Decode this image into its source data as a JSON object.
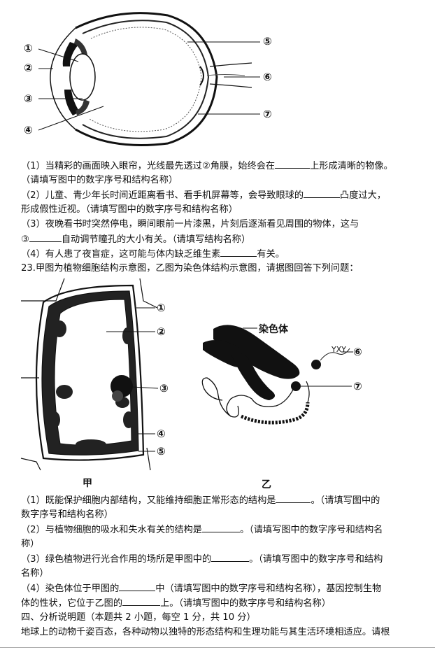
{
  "eye_figure": {
    "labels": [
      "①",
      "②",
      "③",
      "④",
      "⑤",
      "⑥",
      "⑦"
    ]
  },
  "q22": {
    "p1": {
      "before": "（1）当精彩的画面映入眼帘，光线最先透过②角膜，始终会在",
      "after": "上形成清晰的物像。",
      "line2": "（请填写图中的数字序号和结构名称）"
    },
    "p2": {
      "before": "（2）儿童、青少年长时间近距离看书、看手机屏幕等，会导致眼球的",
      "after": "凸度过大，",
      "line2": "形成假性近视。（请填写图中的数字序号和结构名称）"
    },
    "p3": {
      "line1": "（3）夜晚看书时突然停电，瞬间眼前一片漆黑，片刻后逐渐看见周围的物体，这与",
      "prefix": "③",
      "after": "自动调节瞳孔的大小有关。（请填写结构名称）"
    },
    "p4": {
      "before": "（4）有人患了夜盲症，这可能与体内缺乏维生素",
      "after": "有关。"
    }
  },
  "q23": {
    "stem": "23.甲图为植物细胞结构示意图，乙图为染色体结构示意图，请据图回答下列问题：",
    "cell_labels": [
      "①",
      "②",
      "③",
      "④",
      "⑤"
    ],
    "chromosome_label": "染色体",
    "chromosome_labels": [
      "⑥",
      "⑦"
    ],
    "caption_left": "甲",
    "caption_right": "乙",
    "p1": {
      "before": "（1）既能保护细胞内部结构，又能维持细胞正常形态的结构是",
      "after": "。（请填写图中的",
      "line2": "数字序号和结构名称）"
    },
    "p2": {
      "before": "（2）与植物细胞的吸水和失水有关的结构是",
      "after": "。（请填写图中的数字序号和结构名",
      "line2": "称）"
    },
    "p3": {
      "before": "（3）绿色植物进行光合作用的场所是甲图中的",
      "after": "。（请填写图中的数字序号和结构",
      "line2": "名称）"
    },
    "p4": {
      "before": "（4）染色体位于甲图的",
      "middle": "中（请填写图中的数字序号和结构名称），基因控制生物",
      "line2_before": "体的性状，它位于乙图的",
      "line2_after": "上。（请填写图中的数字序号和结构名称）"
    }
  },
  "section4": {
    "heading": "四、分析说明题（本题共 2 小题，每空 1 分，共 10 分）",
    "intro": "地球上的动物千姿百态，各种动物以独特的形态结构和生理功能与其生活环境相适应。请根"
  }
}
